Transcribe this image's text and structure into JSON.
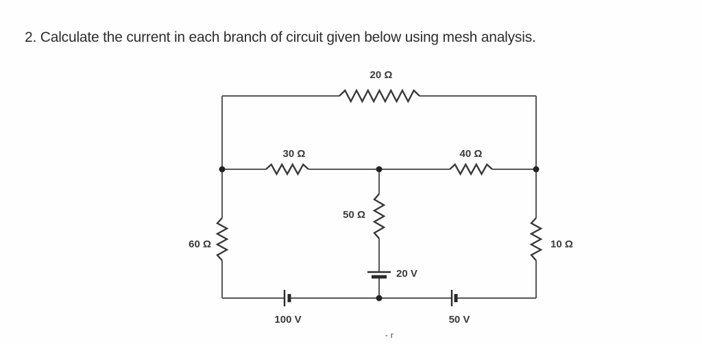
{
  "title": "2. Calculate the current in each branch of circuit given below using mesh analysis.",
  "circuit": {
    "stroke_color": "#565656",
    "component_color": "#383838",
    "label_color": "#3b3b3b",
    "resistors": {
      "r20": {
        "label": "20 Ω"
      },
      "r30": {
        "label": "30 Ω"
      },
      "r40": {
        "label": "40 Ω"
      },
      "r50": {
        "label": "50 Ω"
      },
      "r60": {
        "label": "60 Ω"
      },
      "r10": {
        "label": "10 Ω"
      }
    },
    "sources": {
      "v20": {
        "label": "20 V"
      },
      "v100": {
        "label": "100 V"
      },
      "v50": {
        "label": "50 V"
      }
    }
  },
  "artifact": "- r"
}
